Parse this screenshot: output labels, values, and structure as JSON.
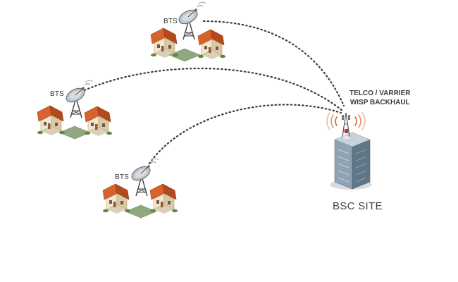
{
  "sites": [
    {
      "label": "BTS"
    },
    {
      "label": "BTS"
    },
    {
      "label": "BTS"
    }
  ],
  "backhaul": {
    "line1": "TELCO / VARRIER",
    "line2": "WISP BACKHAUL"
  },
  "bsc": {
    "label": "BSC SITE"
  },
  "colors": {
    "roof": "#d8622c",
    "roof_dark": "#b44a1c",
    "wall": "#f3e6cf",
    "wall_shade": "#dcc8a6",
    "lawn": "#8fa882",
    "building": "#8fa3b3",
    "building_dark": "#5f7686",
    "link": "#3a3a3a",
    "signal": "#e0622c"
  },
  "icons": [
    "dish-antenna-icon",
    "house-icon",
    "lawn-icon",
    "cell-tower-icon",
    "office-building-icon",
    "signal-waves-icon"
  ]
}
